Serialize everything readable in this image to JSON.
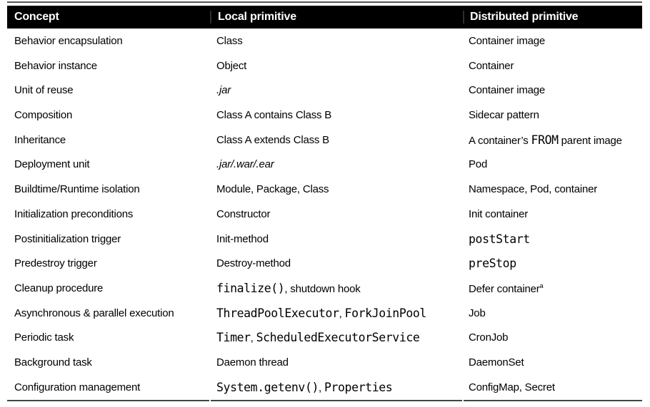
{
  "colors": {
    "header_bg": "#000000",
    "header_text": "#ffffff",
    "body_text": "#000000",
    "top_rule": "#555555",
    "bottom_rule": "#444444",
    "header_divider": "#2e2e2e"
  },
  "table": {
    "headers": [
      "Concept",
      "Local primitive",
      "Distributed primitive"
    ],
    "footnote_marker": "a",
    "rows": [
      {
        "concept": "Behavior encapsulation",
        "local": [
          {
            "t": "Class",
            "style": "regular"
          }
        ],
        "distributed": [
          {
            "t": "Container image",
            "style": "regular"
          }
        ]
      },
      {
        "concept": "Behavior instance",
        "local": [
          {
            "t": "Object",
            "style": "regular"
          }
        ],
        "distributed": [
          {
            "t": "Container",
            "style": "regular"
          }
        ]
      },
      {
        "concept": "Unit of reuse",
        "local": [
          {
            "t": ".jar",
            "style": "italic"
          }
        ],
        "distributed": [
          {
            "t": "Container image",
            "style": "regular"
          }
        ]
      },
      {
        "concept": "Composition",
        "local": [
          {
            "t": "Class A contains Class B",
            "style": "regular"
          }
        ],
        "distributed": [
          {
            "t": "Sidecar pattern",
            "style": "regular"
          }
        ]
      },
      {
        "concept": "Inheritance",
        "local": [
          {
            "t": "Class A extends Class B",
            "style": "regular"
          }
        ],
        "distributed": [
          {
            "t": "A container’s ",
            "style": "regular"
          },
          {
            "t": "FROM",
            "style": "mono"
          },
          {
            "t": " parent image",
            "style": "regular"
          }
        ]
      },
      {
        "concept": "Deployment unit",
        "local": [
          {
            "t": ".jar/.war/.ear",
            "style": "italic"
          }
        ],
        "distributed": [
          {
            "t": "Pod",
            "style": "regular"
          }
        ]
      },
      {
        "concept": "Buildtime/Runtime isolation",
        "local": [
          {
            "t": "Module, Package, Class",
            "style": "regular"
          }
        ],
        "distributed": [
          {
            "t": "Namespace, Pod, container",
            "style": "regular"
          }
        ]
      },
      {
        "concept": "Initialization preconditions",
        "local": [
          {
            "t": "Constructor",
            "style": "regular"
          }
        ],
        "distributed": [
          {
            "t": "Init container",
            "style": "regular"
          }
        ]
      },
      {
        "concept": "Postinitialization trigger",
        "local": [
          {
            "t": "Init-method",
            "style": "regular"
          }
        ],
        "distributed": [
          {
            "t": "postStart",
            "style": "mono"
          }
        ]
      },
      {
        "concept": "Predestroy trigger",
        "local": [
          {
            "t": "Destroy-method",
            "style": "regular"
          }
        ],
        "distributed": [
          {
            "t": "preStop",
            "style": "mono"
          }
        ]
      },
      {
        "concept": "Cleanup procedure",
        "local": [
          {
            "t": "finalize()",
            "style": "mono"
          },
          {
            "t": ", shutdown hook",
            "style": "regular"
          }
        ],
        "distributed": [
          {
            "t": "Defer container",
            "style": "regular"
          },
          {
            "t": "a",
            "style": "sup"
          }
        ]
      },
      {
        "concept": "Asynchronous & parallel execution",
        "local": [
          {
            "t": "ThreadPoolExecutor",
            "style": "mono"
          },
          {
            "t": ", ",
            "style": "regular"
          },
          {
            "t": "ForkJoinPool",
            "style": "mono"
          }
        ],
        "distributed": [
          {
            "t": "Job",
            "style": "regular"
          }
        ]
      },
      {
        "concept": "Periodic task",
        "local": [
          {
            "t": "Timer",
            "style": "mono"
          },
          {
            "t": ", ",
            "style": "regular"
          },
          {
            "t": "ScheduledExecutorService",
            "style": "mono"
          }
        ],
        "distributed": [
          {
            "t": "CronJob",
            "style": "regular"
          }
        ]
      },
      {
        "concept": "Background task",
        "local": [
          {
            "t": "Daemon thread",
            "style": "regular"
          }
        ],
        "distributed": [
          {
            "t": "DaemonSet",
            "style": "regular"
          }
        ]
      },
      {
        "concept": "Configuration management",
        "local": [
          {
            "t": "System.getenv()",
            "style": "mono"
          },
          {
            "t": ", ",
            "style": "regular"
          },
          {
            "t": "Properties",
            "style": "mono"
          }
        ],
        "distributed": [
          {
            "t": "ConfigMap, Secret",
            "style": "regular"
          }
        ]
      }
    ]
  }
}
